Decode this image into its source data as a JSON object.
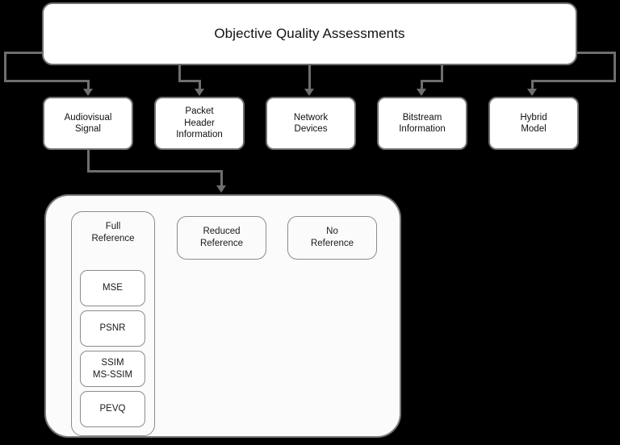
{
  "diagram": {
    "type": "flowchart",
    "title_node": {
      "label": "Objective Quality Assessments"
    },
    "categories": [
      {
        "id": "audiovisual-signal",
        "line1": "Audiovisual",
        "line2": "Signal",
        "line3": ""
      },
      {
        "id": "packet-header-information",
        "line1": "Packet",
        "line2": "Header",
        "line3": "Information"
      },
      {
        "id": "network-devices",
        "line1": "Network",
        "line2": "Devices",
        "line3": ""
      },
      {
        "id": "bitstream-information",
        "line1": "Bitstream",
        "line2": "Information",
        "line3": ""
      },
      {
        "id": "hybrid-model",
        "line1": "Hybrid",
        "line2": "Model",
        "line3": ""
      }
    ],
    "reference_panel": {
      "columns": [
        {
          "id": "full-reference",
          "line1": "Full",
          "line2": "Reference"
        },
        {
          "id": "reduced-reference",
          "line1": "Reduced",
          "line2": "Reference"
        },
        {
          "id": "no-reference",
          "line1": "No",
          "line2": "Reference"
        }
      ],
      "full_reference_metrics": [
        {
          "id": "mse",
          "line1": "MSE",
          "line2": ""
        },
        {
          "id": "psnr",
          "line1": "PSNR",
          "line2": ""
        },
        {
          "id": "ssim",
          "line1": "SSIM",
          "line2": "MS-SSIM"
        },
        {
          "id": "pevq",
          "line1": "PEVQ",
          "line2": ""
        }
      ]
    },
    "colors": {
      "background": "#000000",
      "node_fill": "#ffffff",
      "node_border": "#6e6e6e",
      "inner_border": "#8c8c8c",
      "connector": "#6e6e6e",
      "text": "#111111"
    }
  }
}
